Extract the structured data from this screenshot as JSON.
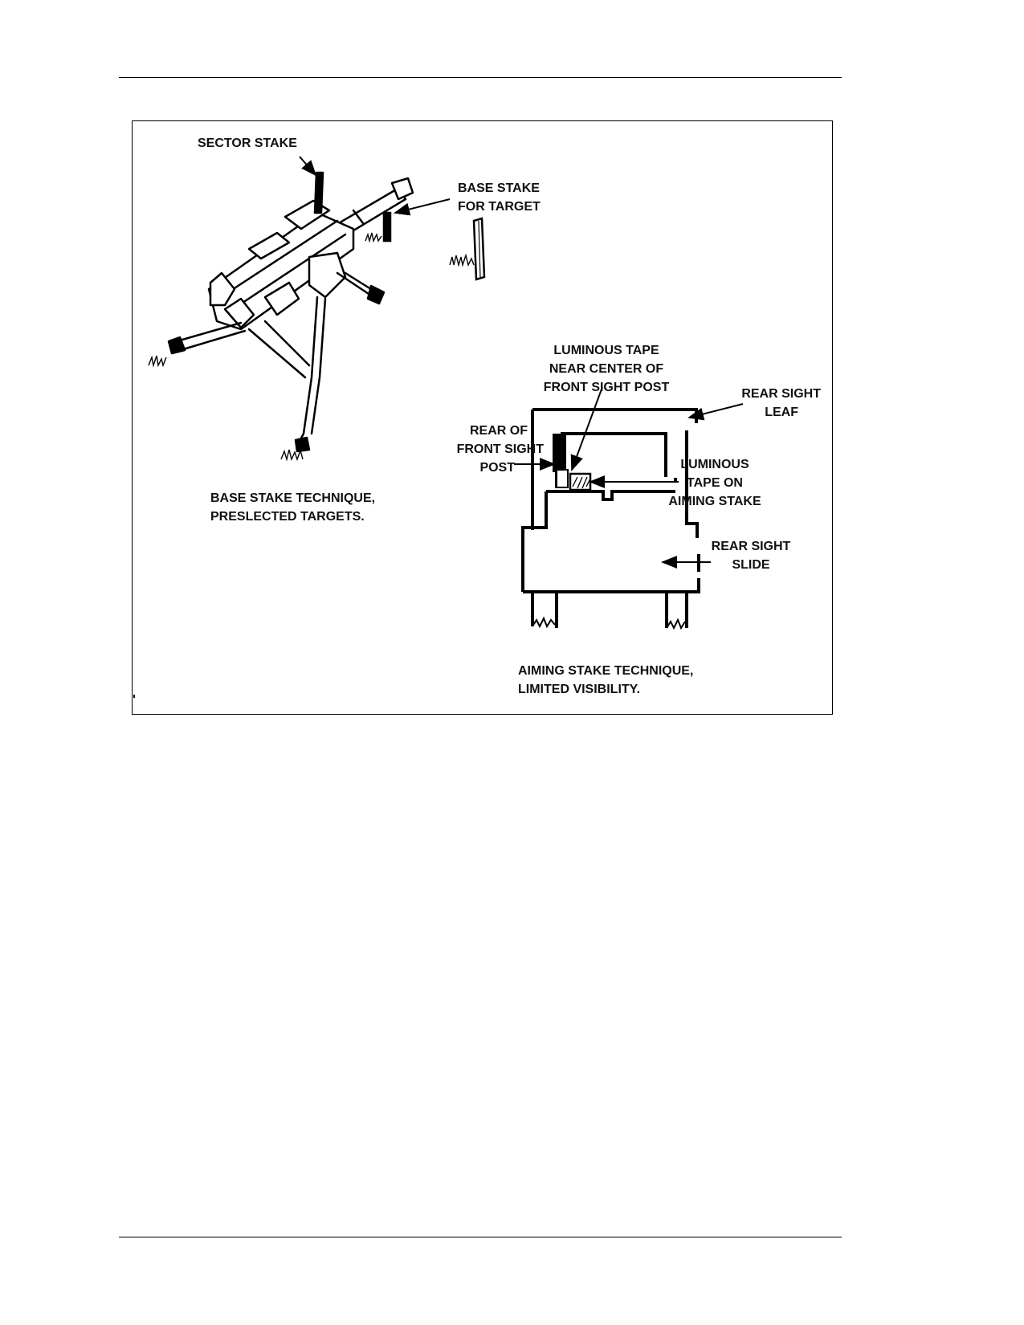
{
  "figure": {
    "labels": {
      "sector_stake": "SECTOR STAKE",
      "base_stake_1": "BASE STAKE",
      "base_stake_2": "FOR TARGET",
      "base_caption_1": "BASE STAKE TECHNIQUE,",
      "base_caption_2": "PRESLECTED TARGETS.",
      "lum_front_1": "LUMINOUS TAPE",
      "lum_front_2": "NEAR CENTER OF",
      "lum_front_3": "FRONT SIGHT POST",
      "rear_leaf_1": "REAR SIGHT",
      "rear_leaf_2": "LEAF",
      "rear_front_1": "REAR OF",
      "rear_front_2": "FRONT SIGHT",
      "rear_front_3": "POST",
      "lum_stake_1": "LUMINOUS",
      "lum_stake_2": "TAPE ON",
      "lum_stake_3": "AIMING STAKE",
      "rear_slide_1": "REAR SIGHT",
      "rear_slide_2": "SLIDE",
      "aim_caption_1": "AIMING STAKE TECHNIQUE,",
      "aim_caption_2": "LIMITED VISIBILITY."
    }
  }
}
